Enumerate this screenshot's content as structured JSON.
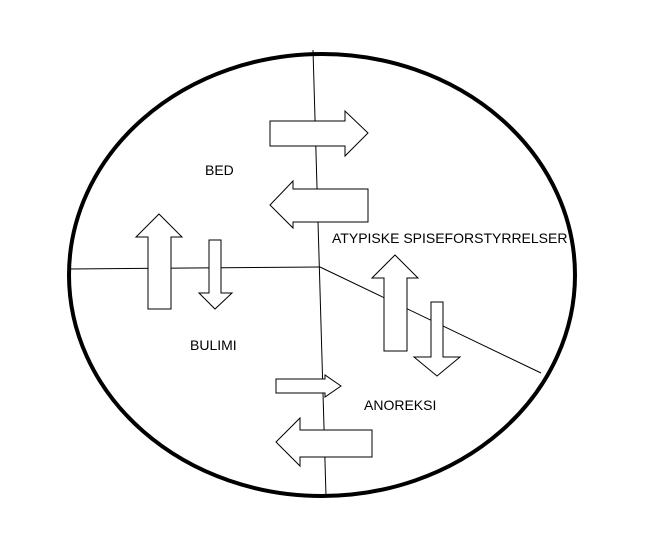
{
  "diagram": {
    "labels": {
      "bed": "BED",
      "bulimi": "BULIMI",
      "atypiske": "ATYPISKE SPISEFORSTYRRELSER",
      "anoreksi": "ANOREKSI"
    }
  }
}
